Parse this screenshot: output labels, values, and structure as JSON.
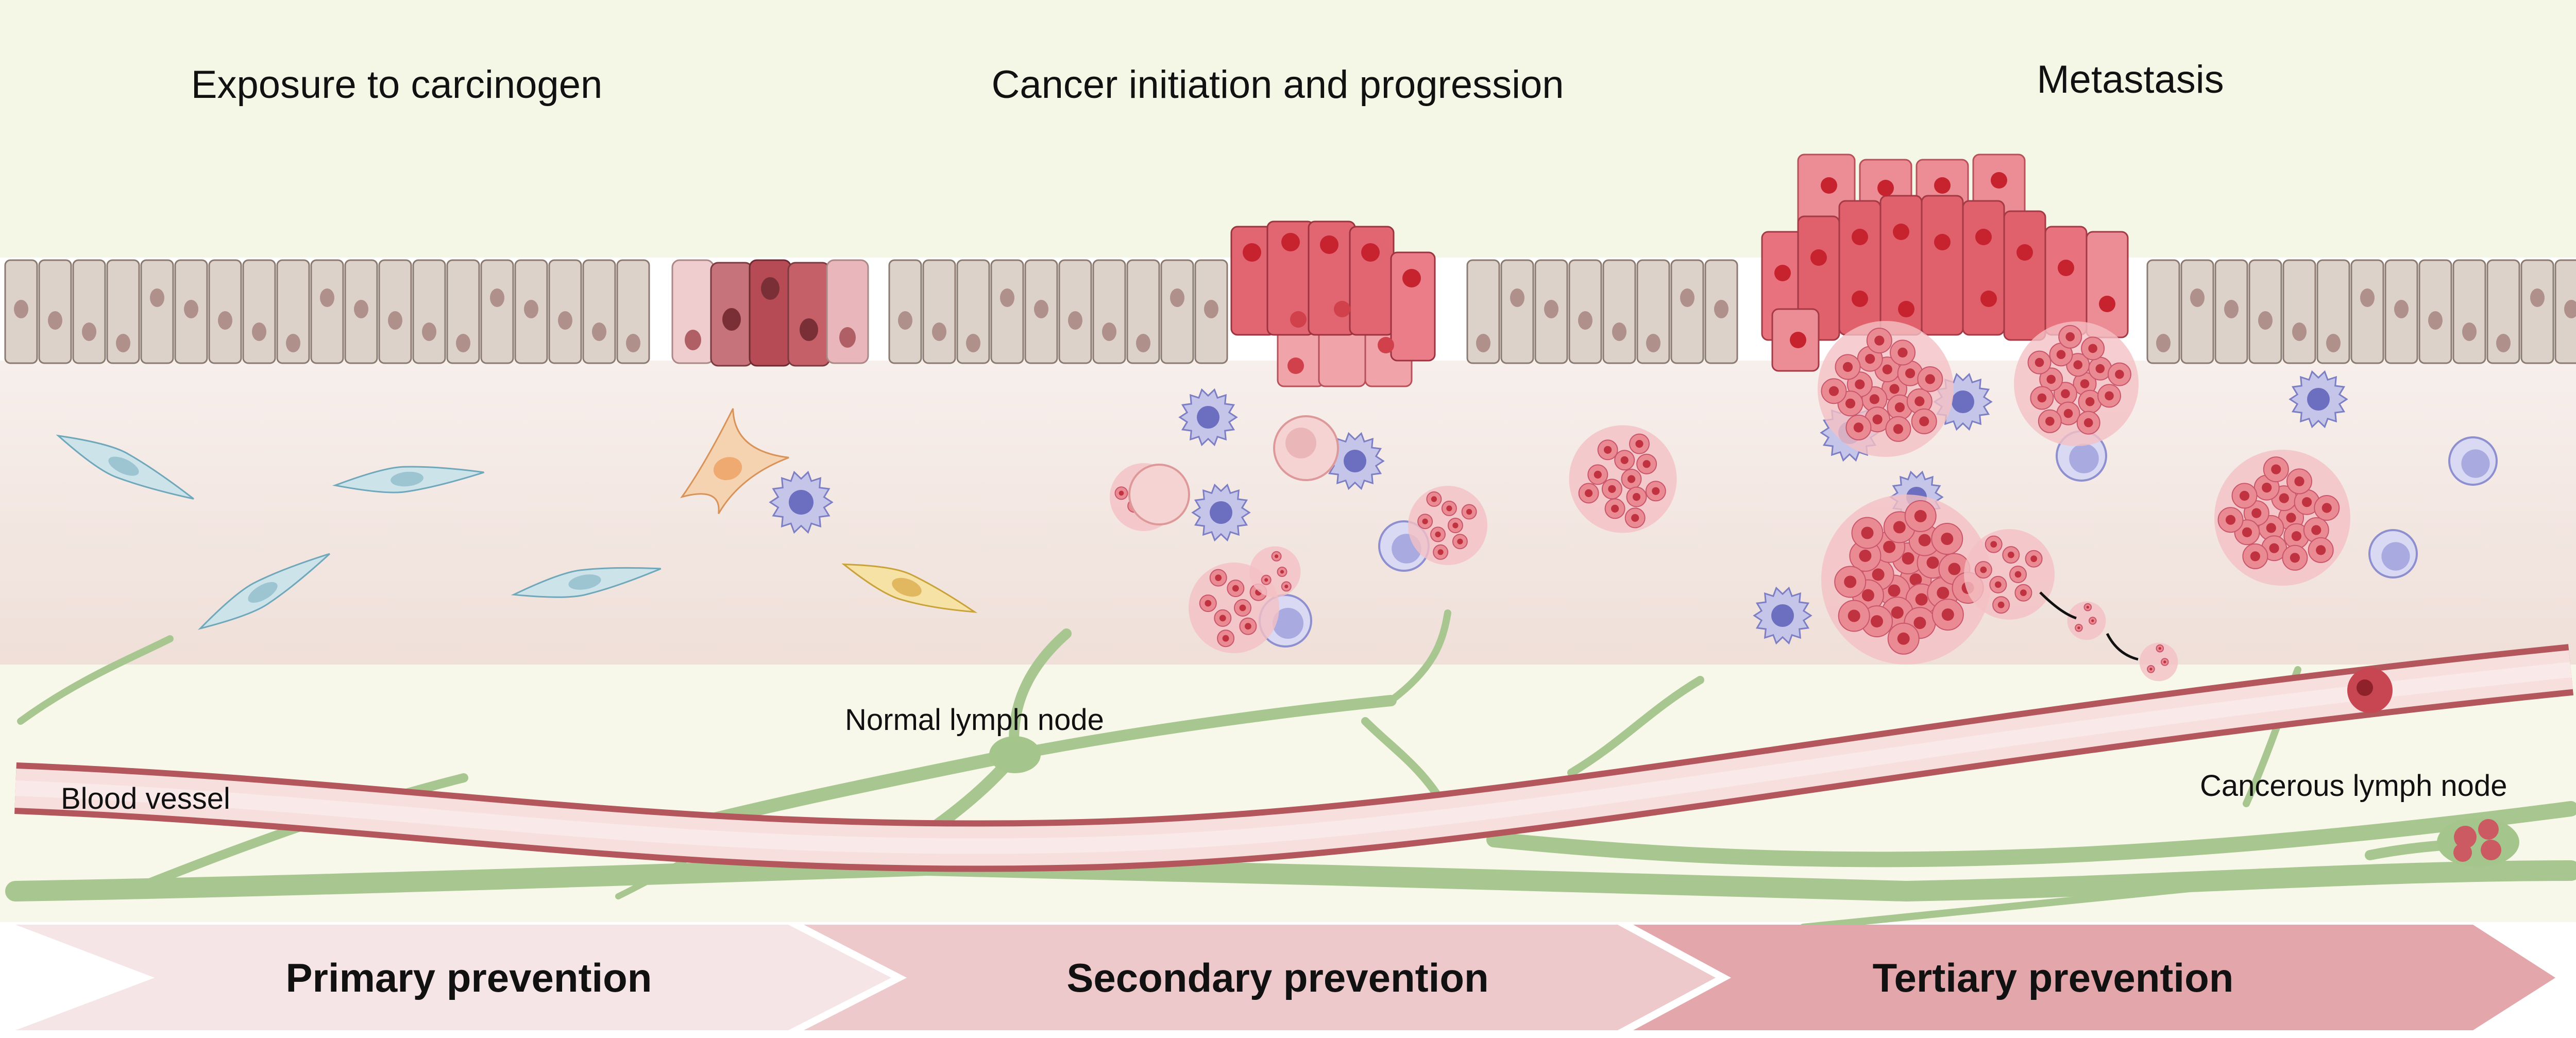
{
  "stages": {
    "exposure": "Exposure to carcinogen",
    "initiation": "Cancer initiation and progression",
    "metastasis": "Metastasis"
  },
  "labels": {
    "normal_lymph_node": "Normal lymph node",
    "blood_vessel": "Blood vessel",
    "cancerous_lymph_node": "Cancerous lymph node"
  },
  "banners": {
    "primary": "Primary prevention",
    "secondary": "Secondary prevention",
    "tertiary": "Tertiary prevention"
  },
  "colors": {
    "top_background": "#f4f7e6",
    "tissue_background": "#f7eeea",
    "lower_background": "#f8f8ea",
    "epithelium_cell": "#ddd2ca",
    "cancer_cell": "#e06470",
    "immune_cell": "#a7a8dc",
    "vessel_wall": "#b0585a",
    "vessel_lumen": "#f8e4e2",
    "lymph_vessel": "#9fc18a",
    "banner_primary": "#f6e5e7",
    "banner_secondary": "#edc9cc",
    "banner_tertiary": "#e3a6ab"
  }
}
